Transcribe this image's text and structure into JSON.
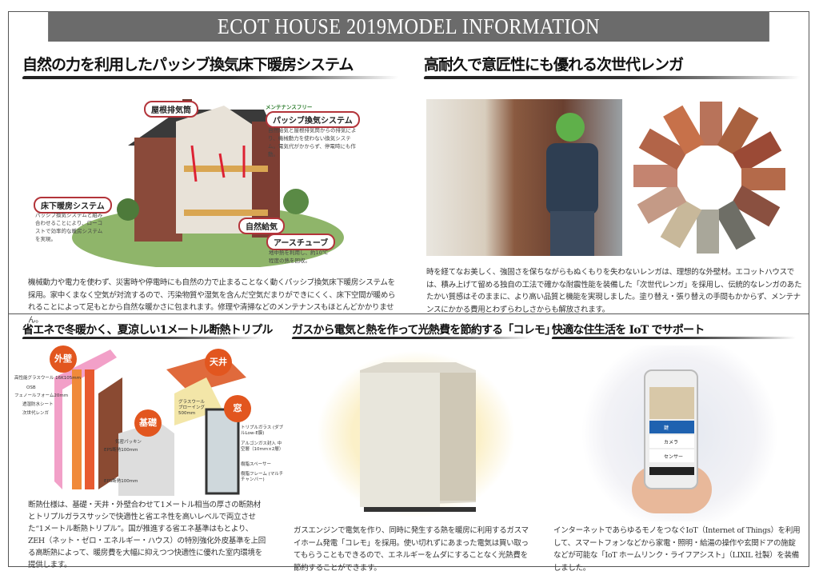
{
  "header": {
    "title": "ECOT HOUSE 2019MODEL INFORMATION"
  },
  "sections": [
    {
      "title": "自然の力を利用したパッシブ換気床下暖房システム",
      "body": "機械動力や電力を使わず、災害時や停電時にも自然の力で止まることなく動くパッシブ換気床下暖房システムを採用。家中くまなく空気が対流するので、汚染物質や湿気を含んだ空気だまりができにくく、床下空間が暖められることによって足もとから自然な暖かさに包まれます。修理や清掃などのメンテナンスもほとんどかかりません。",
      "diagram": {
        "roof_vent": "屋根排気筒",
        "maintenance_free": "メンテナンスフリー",
        "passive": "パッシブ換気システム",
        "passive_note": "自然給気と屋根排気筒からの排気により、機械動力を使わない換気システム。電気代がかからず、停電時にも作動。",
        "floor": "床下暖房システム",
        "floor_note": "パッシブ換気システムと組み合わせることにより、ローコストで効率的な暖房システムを実現。",
        "intake": "自然給気",
        "earth": "アースチューブ",
        "earth_note": "地中熱を利用し、約10℃程度の熱を回収。"
      }
    },
    {
      "title": "高耐久で意匠性にも優れる次世代レンガ",
      "body": "時を経てなお美しく、強固さを保ちながらもぬくもりを失わないレンガは、理想的な外壁材。エコットハウスでは、積み上げて留める独自の工法で確かな耐震性能を装備した「次世代レンガ」を採用し、伝統的なレンガのあたたかい質感はそのままに、より高い品質と機能を実現しました。塗り替え・張り替えの手間もかからず、メンテナンスにかかる費用とわずらわしさからも解放されます。"
    },
    {
      "title": "省エネで冬暖かく、夏涼しい1メートル断熱トリプル",
      "body": "断熱仕様は、基礎・天井・外壁合わせて1メートル相当の厚さの断熱材とトリプルガラスサッシで快適性と省エネ性を高いレベルで両立させた“1メートル断熱トリプル”。国が推進する省エネ基準はもとより、ZEH（ネット・ゼロ・エネルギー・ハウス）の特別強化外皮基準を上回る高断熱によって、暖房費を大幅に抑えつつ快適性に優れた室内環境を提供します。",
      "diagram": {
        "wall": "外壁",
        "ceiling": "天井",
        "base": "基礎",
        "window": "窓",
        "wall_labels": [
          "高性能グラスウール 16K105mm",
          "OSB",
          "フェノールフォーム20mm",
          "透湿防水シート",
          "次世代レンガ"
        ],
        "ceiling_label": "グラスウール ブローイング 500mm",
        "base_labels": [
          "気密パッキン",
          "EPS断熱100mm",
          "EPS断熱100mm"
        ],
        "window_labels": [
          "トリプルガラス (ダブルLow-E膜)",
          "アルゴンガス封入 中空層（10mm×2層）",
          "樹脂スペーサー",
          "樹脂フレーム (マルチチャンバー)"
        ]
      }
    },
    {
      "title": "ガスから電気と熱を作って光熱費を節約する「コレモ」",
      "body": "ガスエンジンで電気を作り、同時に発生する熱を暖房に利用するガスマイホーム発電「コレモ」を採用。使い切れずにあまった電気は買い取ってもらうこともできるので、エネルギーをムダにすることなく光熱費を節約することができます。"
    },
    {
      "title": "快適な住生活を IoT でサポート",
      "body": "インターネットであらゆるモノをつなぐIoT（Internet of Things）を利用して、スマートフォンなどから家電・照明・給湯の操作や玄関ドアの施錠などが可能な「IoT ホームリンク・ライフアシスト」（LIXIL 社製）を装備しました。",
      "phone": {
        "items": [
          "鍵",
          "カメラ",
          "センサー"
        ]
      }
    }
  ],
  "colors": {
    "header_bg": "#6b6b6b",
    "callout": "#b3343a",
    "tag": "#e2561f"
  }
}
